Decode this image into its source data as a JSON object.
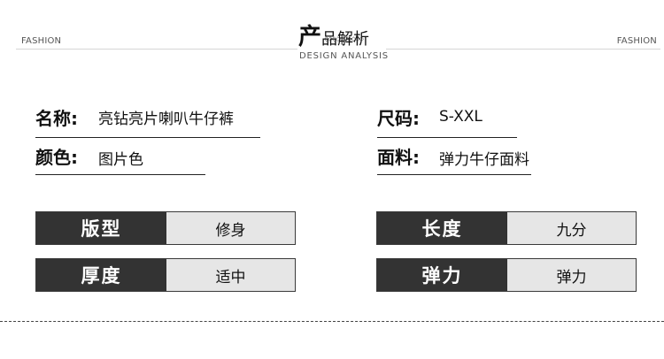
{
  "header": {
    "left_label": "FASHION",
    "right_label": "FASHION",
    "title_first": "产",
    "title_rest": "品解析",
    "decoration": "◇◇◇◇◇◇◇◇◇◇",
    "subtitle": "DESIGN ANALYSIS"
  },
  "info": {
    "name_label": "名称:",
    "name_value": "亮钻亮片喇叭牛仔裤",
    "size_label": "尺码:",
    "size_value": "S-XXL",
    "color_label": "颜色:",
    "color_value": "图片色",
    "fabric_label": "面料:",
    "fabric_value": "弹力牛仔面料"
  },
  "specs": [
    {
      "label": "版型",
      "value": "修身"
    },
    {
      "label": "长度",
      "value": "九分"
    },
    {
      "label": "厚度",
      "value": "适中"
    },
    {
      "label": "弹力",
      "value": "弹力"
    }
  ],
  "colors": {
    "dark": "#333333",
    "light": "#e6e6e6"
  }
}
